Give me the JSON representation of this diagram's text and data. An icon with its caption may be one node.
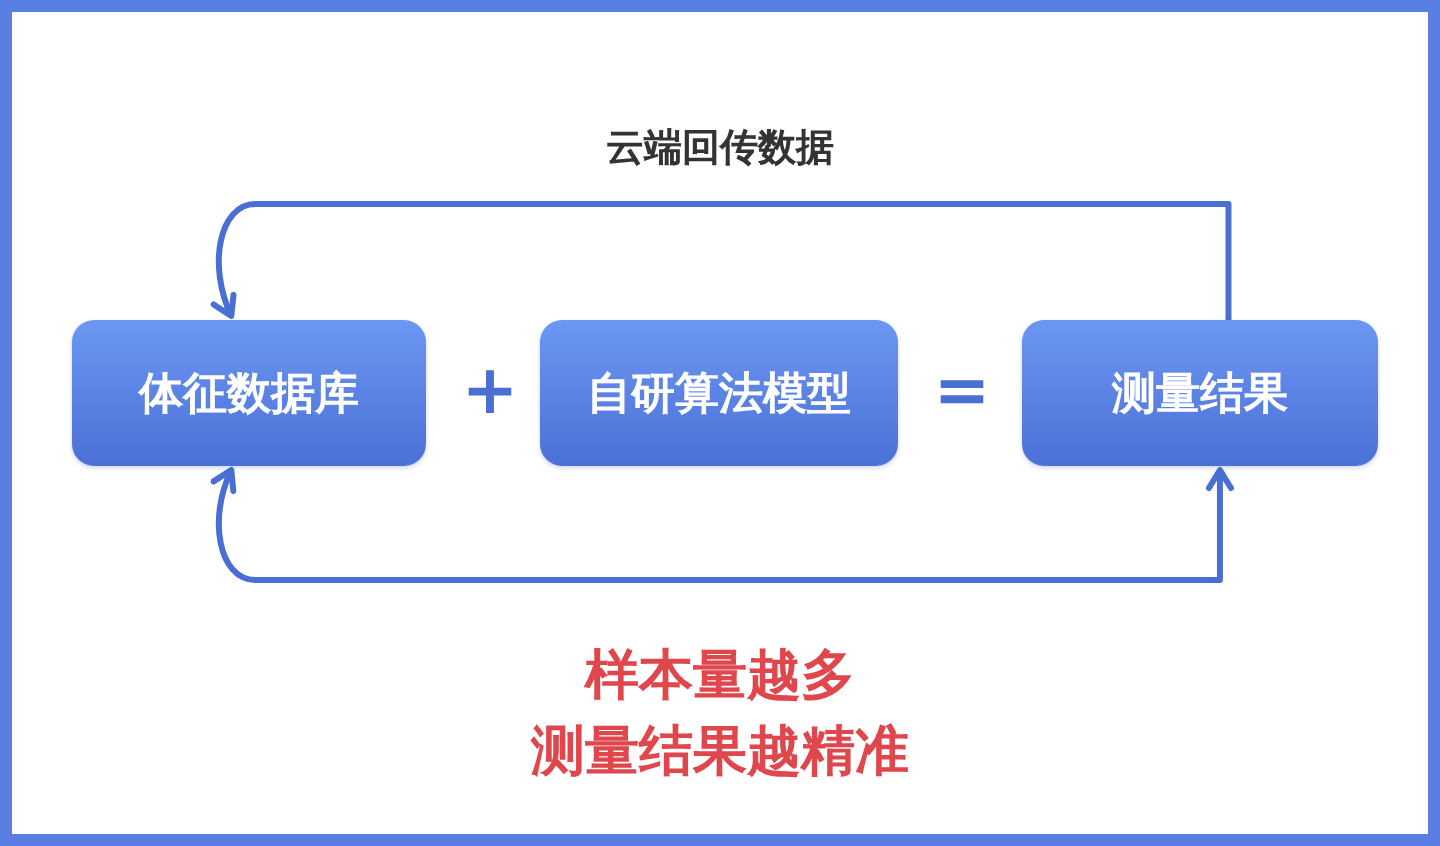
{
  "diagram": {
    "nodes": [
      {
        "text": [
          "体征数据库"
        ]
      },
      {
        "text": [
          "自研算法模型"
        ]
      },
      {
        "text": [
          "测量结果"
        ]
      }
    ],
    "edges": [
      {
        "from": 2,
        "to": 0,
        "arrow": "to",
        "label": "云端回传数据"
      },
      {
        "from": 0,
        "to": 2,
        "arrow": "both"
      }
    ],
    "labels": [
      "+",
      "=",
      "样本量越多",
      "测量结果越精准"
    ]
  }
}
